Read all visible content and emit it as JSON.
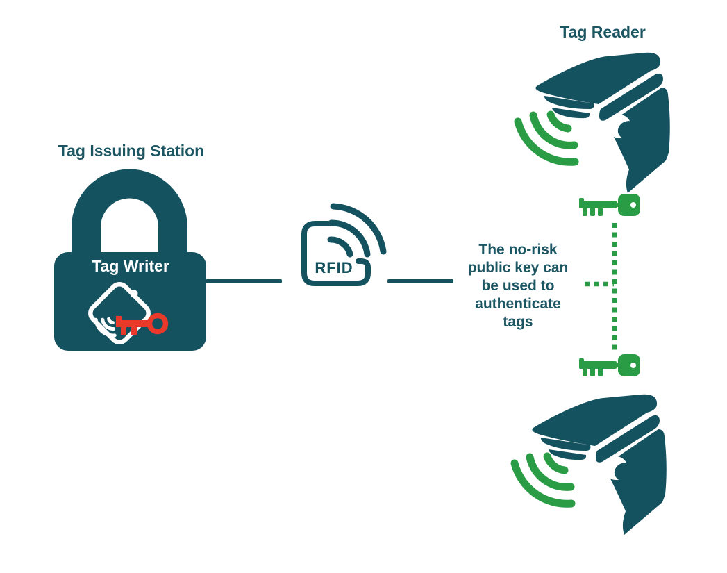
{
  "colors": {
    "teal": "#15525f",
    "teal_text": "#1b5662",
    "green": "#2a9c45",
    "red": "#e8392a",
    "background": "#ffffff"
  },
  "issuing_station": {
    "title": "Tag Issuing Station",
    "lock_label": "Tag Writer",
    "icons": [
      "padlock-icon",
      "rfid-tag-icon",
      "red-key-icon"
    ]
  },
  "rfid_link": {
    "label": "RFID",
    "icon": "rfid-signal-icon"
  },
  "reader": {
    "title": "Tag Reader",
    "icons": [
      "barcode-scanner-icon",
      "green-key-icon",
      "wireless-waves-icon"
    ]
  },
  "callout": {
    "lines": [
      "The no-risk",
      "public key can",
      "be used to",
      "authenticate",
      "tags"
    ]
  }
}
